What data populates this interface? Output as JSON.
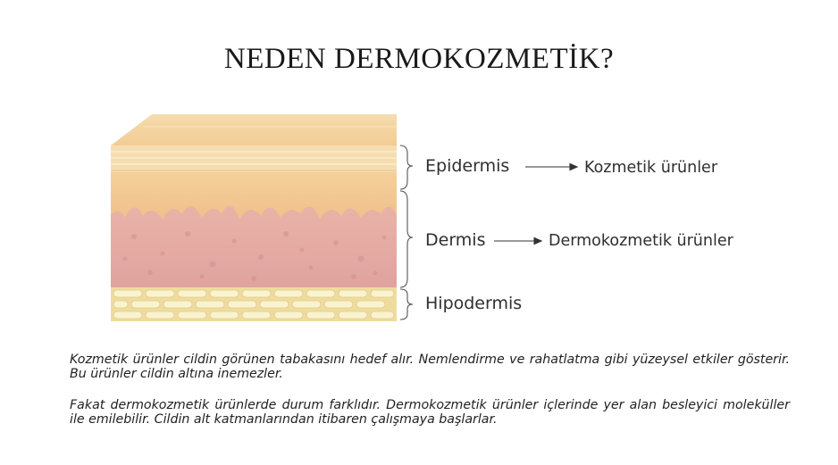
{
  "title": "NEDEN DERMOKOZMETİK?",
  "layers": {
    "epidermis": "Epidermis",
    "dermis": "Dermis",
    "hipodermis": "Hipodermis"
  },
  "products": {
    "kozmetik": "Kozmetik ürünler",
    "dermokozmetik": "Dermokozmetik ürünler"
  },
  "paragraphs": [
    "Kozmetik ürünler cildin görünen tabakasını hedef alır. Nemlendirme ve rahatlatma gibi yüzeysel etkiler gösterir. Bu ürünler cildin altına inemezler.",
    "Fakat dermokozmetik ürünlerde durum farklıdır. Dermokozmetik ürünler içlerinde yer alan besleyici moleküller ile emilebilir. Cildin alt katmanlarından itibaren çalışmaya başlarlar."
  ]
}
